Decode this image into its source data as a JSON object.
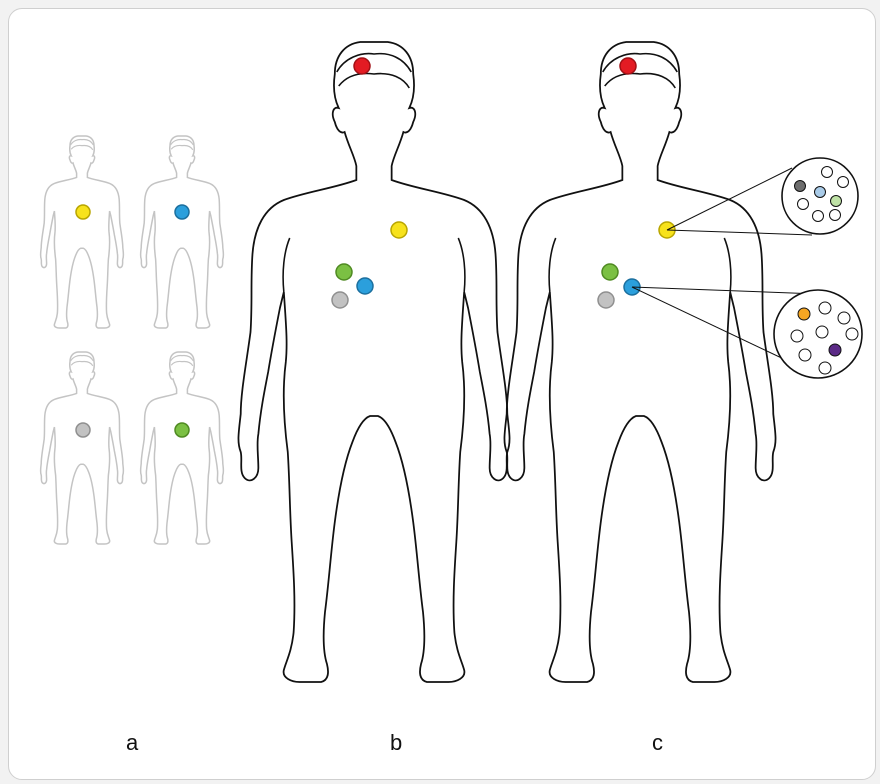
{
  "panels": [
    {
      "label": "a"
    },
    {
      "label": "b"
    },
    {
      "label": "c"
    }
  ],
  "colors": {
    "red": "#e31b23",
    "yellow": "#f7e21c",
    "blue": "#2b9fdc",
    "gray": "#b8b8b8",
    "green": "#7bc043",
    "dark_gray": "#6d6d6d",
    "light_blue": "#a9cbe8",
    "light_green": "#bfe2a6",
    "orange": "#f5a623",
    "purple": "#5b2a86",
    "outline_small": "#bdbdbd",
    "outline_large": "#000000"
  }
}
